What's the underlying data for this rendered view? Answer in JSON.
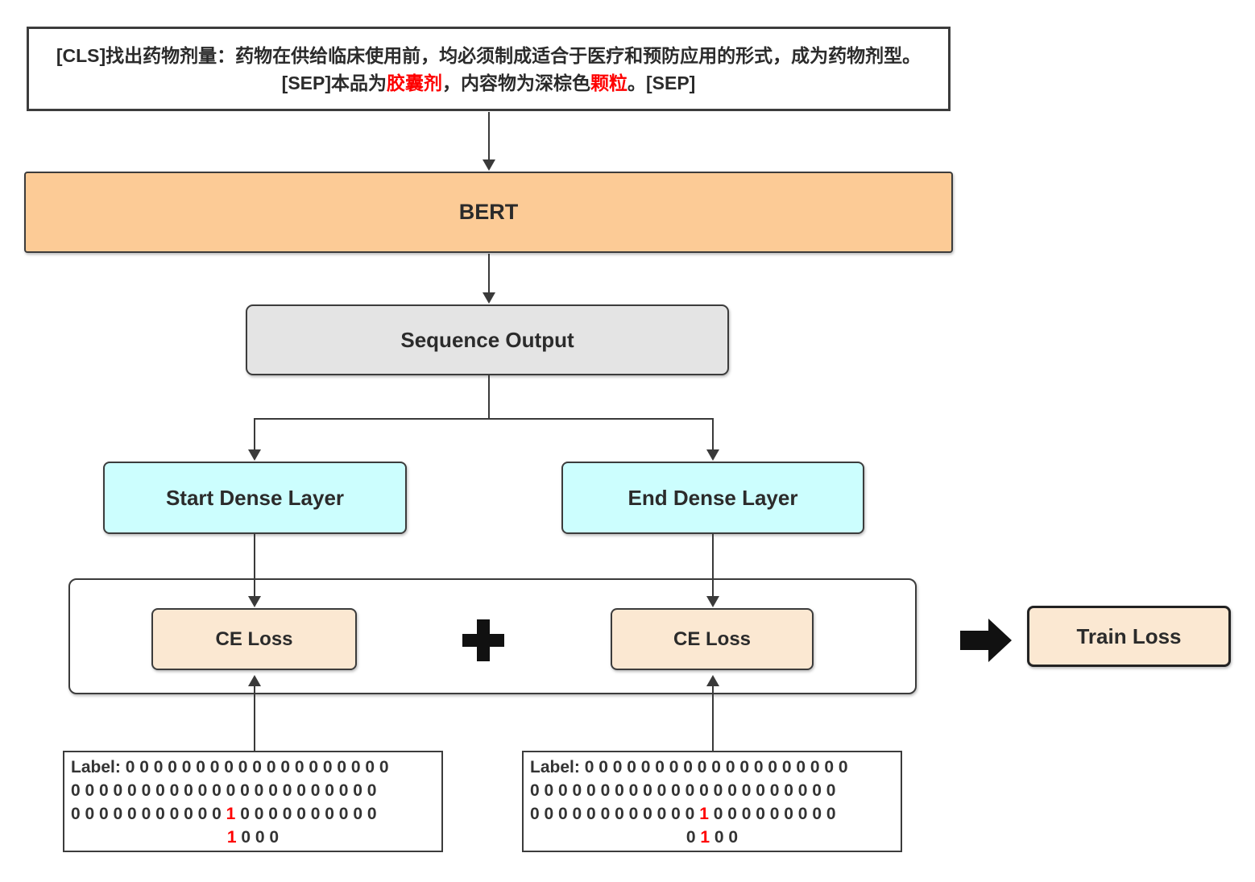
{
  "diagram": {
    "input_box": {
      "line1": "[CLS]找出药物剂量：药物在供给临床使用前，均必须制成适合于医疗和预防应用的形式，成为药物剂型。",
      "line2": {
        "seg1": "[SEP]本品为",
        "seg2_red": "胶囊剂",
        "seg3": "，内容物为深棕色",
        "seg4_red": "颗粒",
        "seg5": "。[SEP]"
      }
    },
    "bert_label": "BERT",
    "sequence_output_label": "Sequence Output",
    "start_dense_label": "Start Dense Layer",
    "end_dense_label": "End Dense Layer",
    "loss_section": {
      "ce_loss_left_label": "CE Loss",
      "ce_loss_right_label": "CE Loss",
      "plus_operator": "+"
    },
    "train_loss_label": "Train Loss",
    "start_label_box": {
      "prefix": "Label:",
      "line1": "0 0 0 0 0 0 0 0 0 0 0 0 0 0 0 0 0 0 0",
      "line2": "0 0 0 0 0 0 0 0 0 0 0 0 0 0 0 0 0 0 0 0 0 0",
      "line3_pre": "0 0 0 0 0 0 0 0 0 0 0",
      "line3_one": "1",
      "line3_post": "0 0 0 0 0 0 0 0 0 0",
      "line4_pre": "",
      "line4_one": "1",
      "line4_post": "0 0 0"
    },
    "end_label_box": {
      "prefix": "Label:",
      "line1": "0 0 0 0 0 0 0 0 0 0 0 0 0 0 0 0 0 0 0",
      "line2": "0 0 0 0 0 0 0 0 0 0 0 0 0 0 0 0 0 0 0 0 0 0",
      "line3_pre": "0 0 0 0 0 0 0 0 0 0 0 0",
      "line3_one": "1",
      "line3_post": "0 0 0 0 0 0 0 0 0",
      "line4_pre": "0",
      "line4_one": "1",
      "line4_post": "0 0"
    },
    "colors": {
      "bert_fill": "#FCCB96",
      "sequence_fill": "#E4E4E4",
      "dense_fill": "#CCFEFE",
      "loss_fill": "#FBE8D2",
      "highlight_red": "#FE0000",
      "line": "#3A3A3A"
    }
  }
}
